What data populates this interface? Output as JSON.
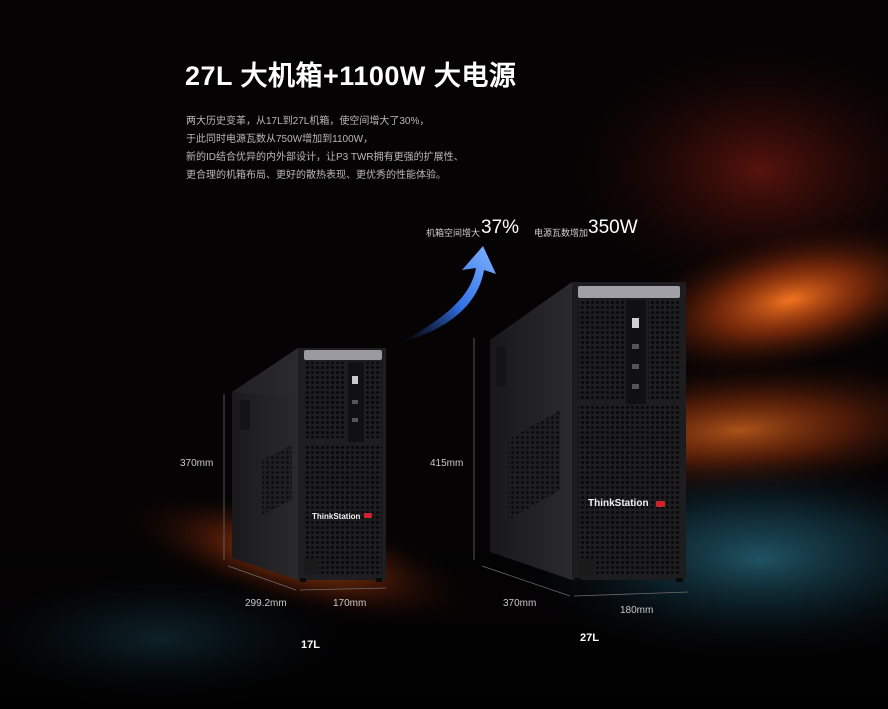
{
  "headline": "27L 大机箱+1100W 大电源",
  "description": [
    "两大历史变革，从17L到27L机箱，使空间增大了30%，",
    "于此同时电源瓦数从750W增加到1100W，",
    "新的ID结合优异的内外部设计，让P3 TWR拥有更强的扩展性、",
    "更合理的机箱布局、更好的散热表现、更优秀的性能体验。"
  ],
  "stats": {
    "space": {
      "label": "机箱空间增大",
      "value": "37%"
    },
    "power": {
      "label": "电源瓦数增加",
      "value": "350W"
    }
  },
  "small_tower": {
    "brand": "ThinkStation",
    "height": "370mm",
    "depth": "299.2mm",
    "width": "170mm",
    "caption": "17L"
  },
  "large_tower": {
    "brand": "ThinkStation",
    "height": "415mm",
    "depth": "370mm",
    "width": "180mm",
    "caption": "27L"
  },
  "colors": {
    "background": "#050304",
    "glow_orange": "#ff6a1a",
    "glow_teal": "#1e5a6e",
    "arrow_blue": "#3f8cff",
    "brand_red": "#d2222e"
  }
}
